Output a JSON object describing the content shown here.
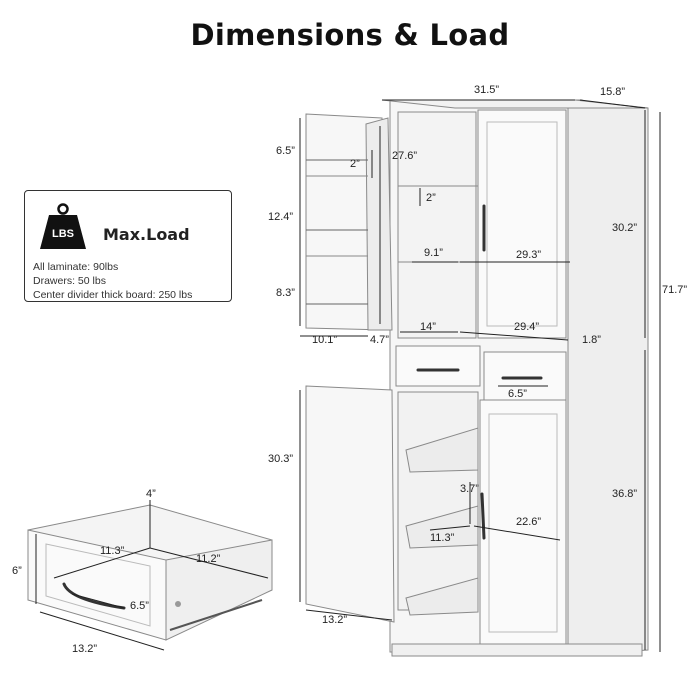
{
  "title": "Dimensions & Load",
  "load_box": {
    "icon_label": "LBS",
    "heading": "Max.Load",
    "lines": [
      "All laminate: 90lbs",
      "Drawers: 50 lbs",
      "Center divider thick board: 250 lbs"
    ]
  },
  "dimensions": {
    "width_top": "31.5”",
    "depth_top": "15.8”",
    "overall_height": "71.7”",
    "upper_height": "30.2”",
    "lower_height": "36.8”",
    "door_rack_top": "6.5”",
    "door_rack_mid": "12.4”",
    "door_rack_bottom": "8.3”",
    "door_rack_lip": "2”",
    "upper_door_height": "27.6”",
    "door_width": "10.1”",
    "door_depth": "4.7”",
    "shelf_lip": "2”",
    "shelf_depth": "9.1”",
    "shelf_width": "29.3”",
    "interior_depth": "14”",
    "interior_width": "29.4”",
    "side_thickness": "1.8”",
    "handle_length": "6.5”",
    "lower_door_height": "30.3”",
    "lower_door_width": "13.2”",
    "tray_lip": "3.7”",
    "tray_depth": "11.3”",
    "tray_width": "22.6”",
    "drawer_height_inner": "4”",
    "drawer_depth_inner": "11.3”",
    "drawer_width_inner": "11.2”",
    "drawer_height": "6”",
    "drawer_handle": "6.5”",
    "drawer_width": "13.2”"
  }
}
